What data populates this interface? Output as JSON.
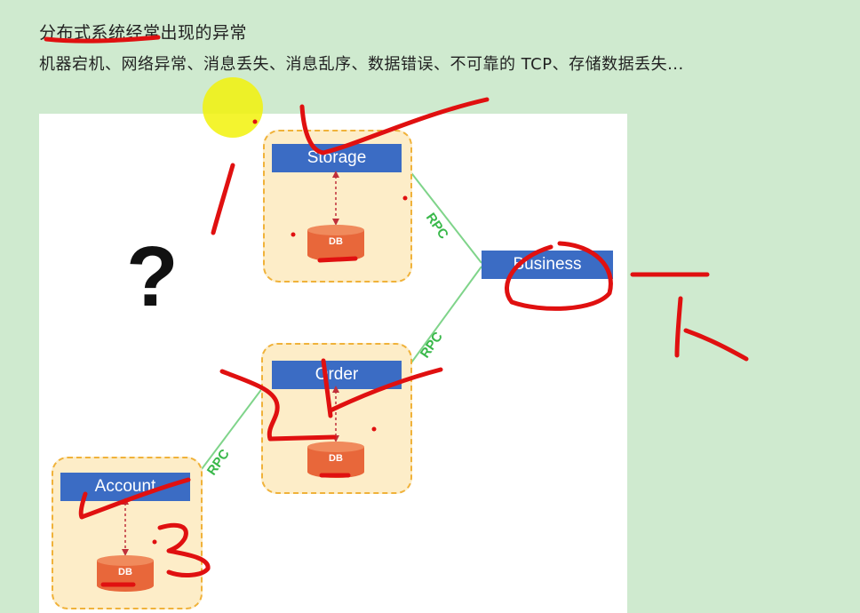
{
  "header": {
    "title": "分布式系统经常出现的异常",
    "subtitle": "机器宕机、网络异常、消息丢失、消息乱序、数据错误、不可靠的 TCP、存储数据丢失..."
  },
  "diagram": {
    "question_mark": "?",
    "services": {
      "storage": "Storage",
      "business": "Business",
      "order": "Order",
      "account": "Account"
    },
    "db_label": "DB",
    "rpc_label": "RPC"
  },
  "colors": {
    "service_blue": "#3b6cc4",
    "group_fill": "#fdedc8",
    "group_border": "#f0b23a",
    "db_orange": "#e8673a",
    "rpc_green": "#39b84a",
    "annotation_red": "#e01010",
    "highlight_yellow": "#f0f000"
  }
}
